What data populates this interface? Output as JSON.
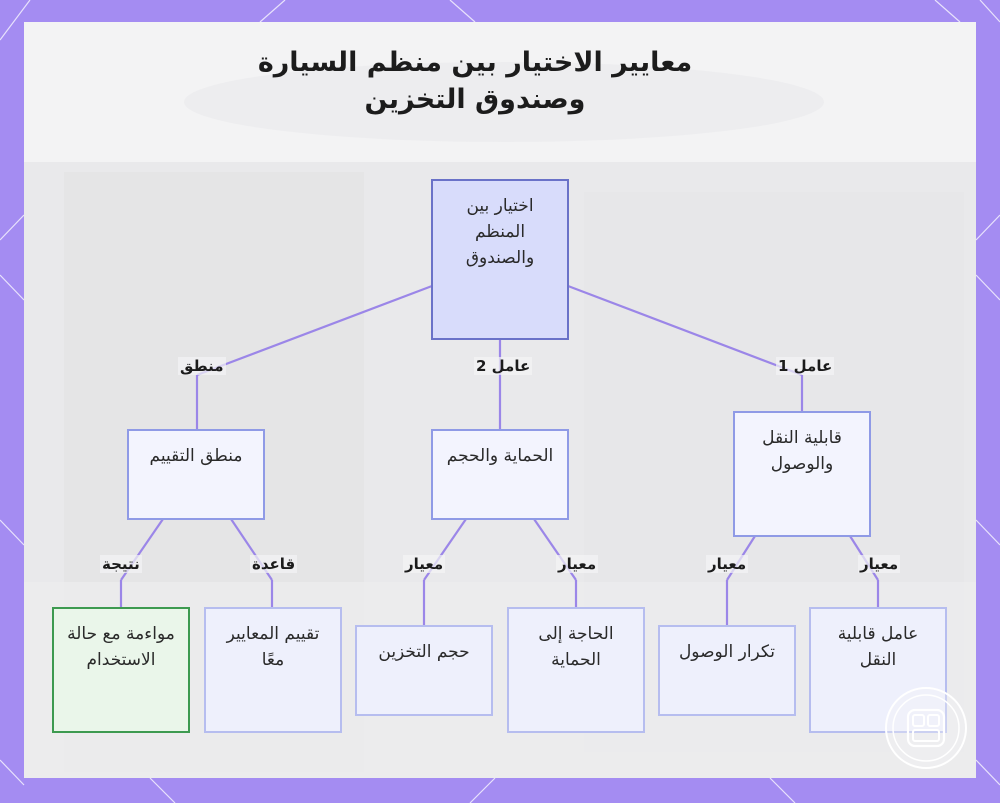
{
  "title": "معايير الاختيار بين منظم السيارة وصندوق التخزين",
  "colors": {
    "frame": "#a48cf2",
    "edge": "#9b86e8",
    "root_fill": "#d8dcfb",
    "root_border": "#6a72c8",
    "green_border": "#3d9a50"
  },
  "nodes": {
    "root": "اختيار بين المنظم والصندوق",
    "portability": "قابلية النقل والوصول",
    "protection": "الحماية والحجم",
    "evaluation": "منطق التقييم",
    "portability_factor": "عامل قابلية النقل",
    "access_frequency": "تكرار الوصول",
    "protection_need": "الحاجة إلى الحماية",
    "storage_size": "حجم التخزين",
    "joint_evaluation": "تقييم المعايير معًا",
    "use_case_fit": "مواءمة مع حالة الاستخدام"
  },
  "edge_labels": {
    "factor1": "عامل 1",
    "factor2": "عامل 2",
    "logic": "منطق",
    "criterion_a": "معيار",
    "criterion_b": "معيار",
    "criterion_c": "معيار",
    "criterion_d": "معيار",
    "rule": "قاعدة",
    "result": "نتيجة"
  },
  "logo_icon": "grid-logo-icon"
}
